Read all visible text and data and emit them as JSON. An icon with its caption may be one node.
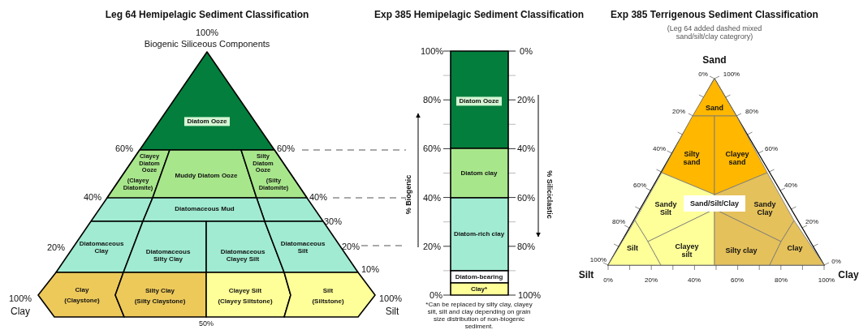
{
  "diagram": {
    "nodes": [
      {
        "text": [
          "Leg 64 Hemipelagic Sediment Classification"
        ]
      },
      {
        "text": [
          "Diatom Ooze"
        ],
        "in": 0
      },
      {
        "text": [
          "Clayey Diatom Ooze",
          "(Clayey Diatomite)"
        ],
        "in": 0
      },
      {
        "text": [
          "Muddy Diatom Ooze"
        ],
        "in": 0
      },
      {
        "text": [
          "Silty Diatom Ooze",
          "(Silty Diatomite)"
        ],
        "in": 0
      },
      {
        "text": [
          "Diatomaceous Mud"
        ],
        "in": 0
      },
      {
        "text": [
          "Diatomaceous Clay"
        ],
        "in": 0
      },
      {
        "text": [
          "Diatomaceous Silty Clay"
        ],
        "in": 0
      },
      {
        "text": [
          "Diatomaceous Clayey Silt"
        ],
        "in": 0
      },
      {
        "text": [
          "Diatomaceous Silt"
        ],
        "in": 0
      },
      {
        "text": [
          "Clay",
          "(Claystone)"
        ],
        "in": 0
      },
      {
        "text": [
          "Silty Clay",
          "(Silty Claystone)"
        ],
        "in": 0
      },
      {
        "text": [
          "Clayey Silt",
          "(Clayey Siltstone)"
        ],
        "in": 0
      },
      {
        "text": [
          "Silt",
          "(Siltstone)"
        ],
        "in": 0
      },
      {
        "text": [
          "Exp 385 Hemipelagic Sediment Classification"
        ]
      },
      {
        "text": [
          "Diatom Ooze"
        ],
        "in": 14
      },
      {
        "text": [
          "Diatom clay"
        ],
        "in": 14
      },
      {
        "text": [
          "Diatom-rich clay"
        ],
        "in": 14
      },
      {
        "text": [
          "Diatom-bearing"
        ],
        "in": 14
      },
      {
        "text": [
          "Clay*"
        ],
        "in": 14
      },
      {
        "text": [
          "Exp 385 Terrigenous Sediment Classification",
          "(Leg 64 added dashed mixed sand/silt/clay categrory)"
        ]
      },
      {
        "text": [
          "Sand"
        ],
        "in": 20
      },
      {
        "text": [
          "Silty sand"
        ],
        "in": 20
      },
      {
        "text": [
          "Clayey sand"
        ],
        "in": 20
      },
      {
        "text": [
          "Sandy Silt"
        ],
        "in": 20
      },
      {
        "text": [
          "Sand/Silt/Clay"
        ],
        "in": 20
      },
      {
        "text": [
          "Sandy Clay"
        ],
        "in": 20
      },
      {
        "text": [
          "Silt"
        ],
        "in": 20
      },
      {
        "text": [
          "Clayey silt"
        ],
        "in": 20
      },
      {
        "text": [
          "Silty clay"
        ],
        "in": 20
      },
      {
        "text": [
          "Clay"
        ],
        "in": 20
      }
    ],
    "edges": [],
    "labels": [
      "100%",
      "Biogenic Siliceous Components",
      "60%",
      "60%",
      "40%",
      "40%",
      "30%",
      "20%",
      "20%",
      "10%",
      "100%",
      "Clay",
      "100%",
      "Silt",
      "50%",
      "100%",
      "0%",
      "80%",
      "20%",
      "60%",
      "40%",
      "40%",
      "60%",
      "20%",
      "80%",
      "0%",
      "100%",
      "% Biogenic",
      "% Siliciclastic",
      "*Can be replaced by silty clay, clayey silt, silt and clay depending on grain size distribution of non-biogenic sediment.",
      "Sand",
      "0%",
      "100%",
      "20%",
      "80%",
      "40%",
      "60%",
      "60%",
      "40%",
      "80%",
      "20%",
      "100%",
      "0%",
      "Silt",
      "Clay",
      "0%",
      "20%",
      "40%",
      "60%",
      "80%",
      "100%"
    ]
  }
}
